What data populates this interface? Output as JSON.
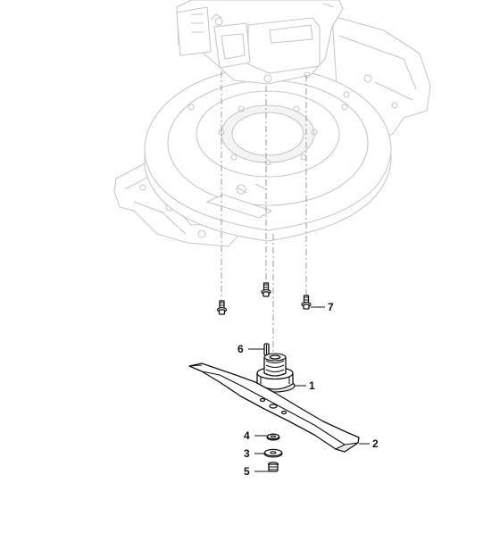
{
  "diagram": {
    "callouts": [
      {
        "id": "blade-adapter",
        "number": "1"
      },
      {
        "id": "blade",
        "number": "2"
      },
      {
        "id": "washer",
        "number": "3"
      },
      {
        "id": "spacer",
        "number": "4"
      },
      {
        "id": "blade-bolt",
        "number": "5"
      },
      {
        "id": "key",
        "number": "6"
      },
      {
        "id": "engine-bolt",
        "number": "7"
      }
    ],
    "colors": {
      "ghost_outline": "#c8c8c8",
      "part_outline": "#111111",
      "background": "#ffffff"
    }
  }
}
